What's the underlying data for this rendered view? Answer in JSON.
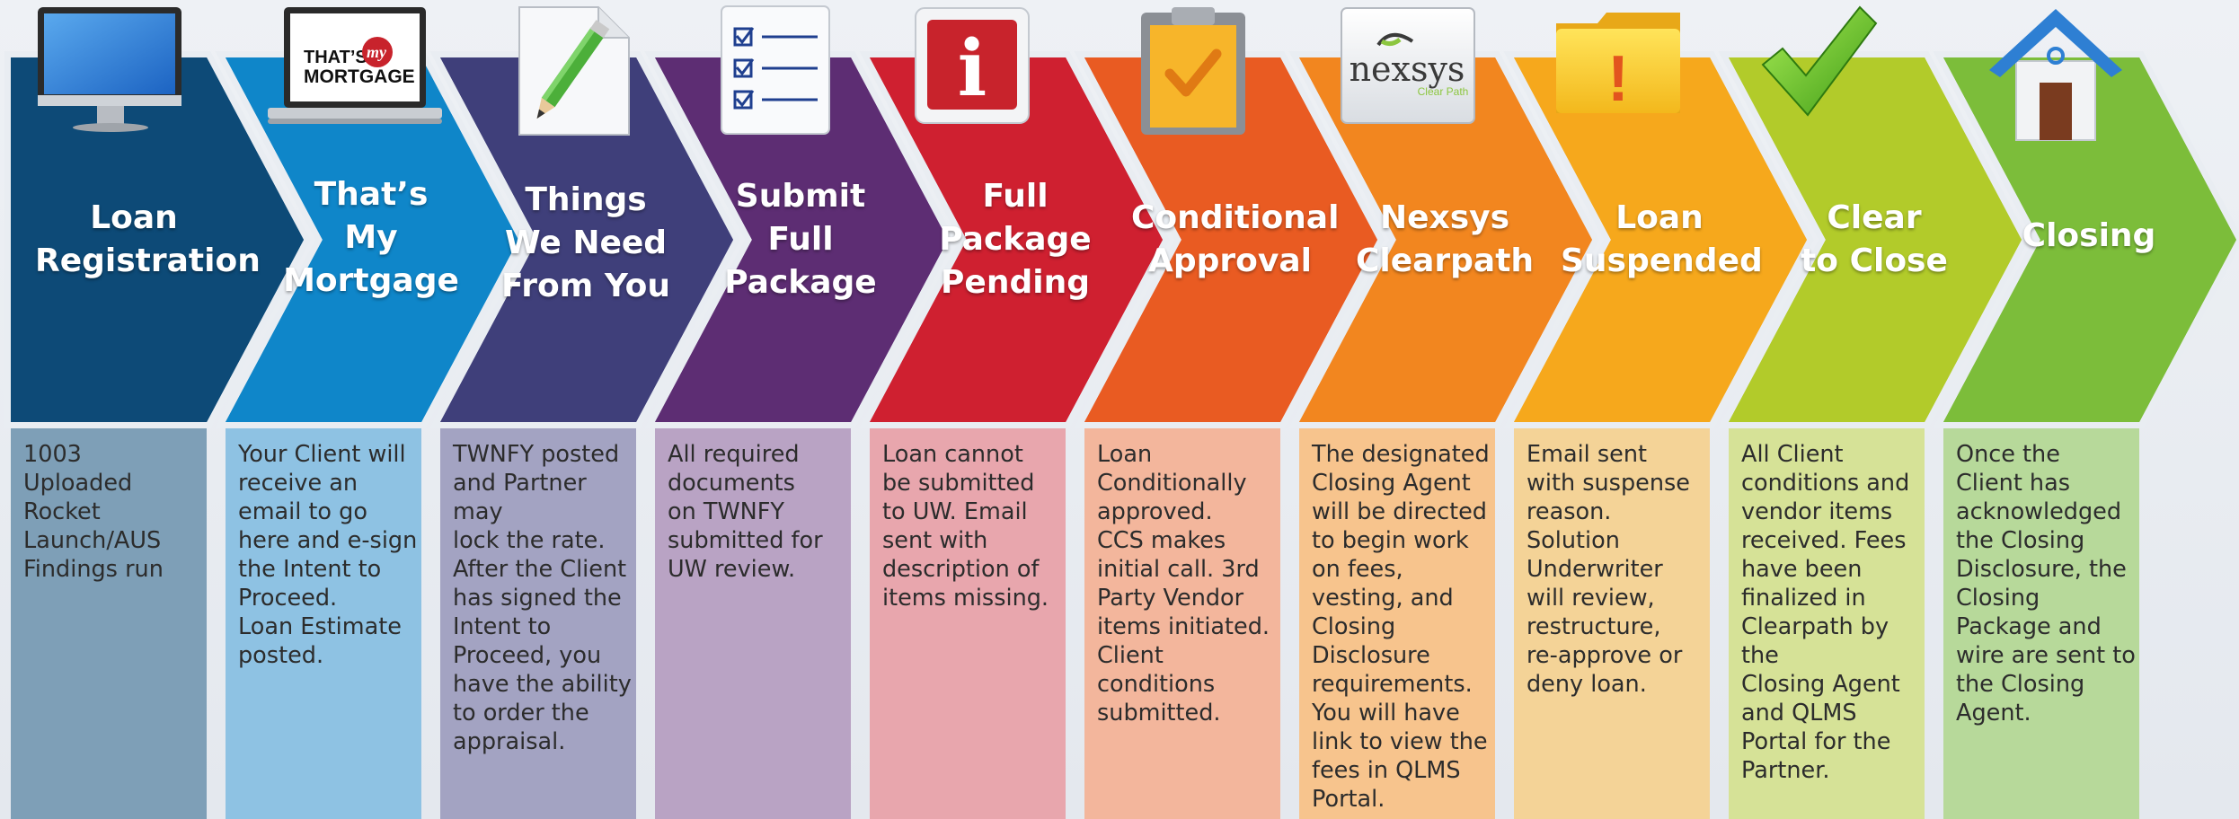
{
  "stages": [
    {
      "title_lines": [
        "Loan",
        "Registration"
      ],
      "description": "1003\nUploaded\nRocket\nLaunch/AUS\nFindings run",
      "color": "#0d4a77",
      "desc_color": "#7e9fb7",
      "icon": "desktop-monitor-icon"
    },
    {
      "title_lines": [
        "That’s",
        "My",
        "Mortgage"
      ],
      "description": "Your Client will\nreceive an\nemail to go\nhere and e-sign\nthe Intent to\nProceed.\nLoan Estimate\nposted.",
      "color": "#0f86c9",
      "desc_color": "#8ec2e3",
      "icon": "laptop-icon",
      "logo_text": {
        "thats": "THAT’S",
        "my": "my",
        "mortgage": "MORTGAGE"
      }
    },
    {
      "title_lines": [
        "Things",
        "We Need",
        "From You"
      ],
      "description": "TWNFY posted\nand Partner may\nlock the rate.\nAfter the Client\nhas signed the\nIntent to\nProceed, you\nhave the ability\nto order the\nappraisal.",
      "color": "#3f3f7a",
      "desc_color": "#a3a3c2",
      "icon": "document-pencil-icon"
    },
    {
      "title_lines": [
        "Submit",
        "Full",
        "Package"
      ],
      "description": "All required\ndocuments\non TWNFY\nsubmitted for\nUW review.",
      "color": "#5d2d73",
      "desc_color": "#b9a3c4",
      "icon": "checklist-icon"
    },
    {
      "title_lines": [
        "Full",
        "Package",
        "Pending"
      ],
      "description": "Loan cannot\nbe submitted\nto UW. Email\nsent with\ndescription of\nitems missing.",
      "color": "#cf2030",
      "desc_color": "#e8a6ad",
      "icon": "info-icon",
      "info_glyph": "i"
    },
    {
      "title_lines": [
        "Conditional",
        "Approval"
      ],
      "description": "Loan\nConditionally\napproved.\nCCS makes\ninitial call. 3rd\nParty Vendor\nitems initiated.\nClient\nconditions\nsubmitted.",
      "color": "#e95b22",
      "desc_color": "#f3b69c",
      "icon": "clipboard-check-icon"
    },
    {
      "title_lines": [
        "Nexsys",
        "Clearpath"
      ],
      "description": "The designated\nClosing Agent\nwill be directed\nto begin work\non fees,\nvesting, and\nClosing\nDisclosure\nrequirements.\nYou will have\nlink to view the\nfees in QLMS\nPortal.",
      "color": "#f2861f",
      "desc_color": "#f7c48d",
      "icon": "nexsys-logo-icon",
      "logo_text": {
        "name": "nexsys",
        "tag": "Clear Path"
      }
    },
    {
      "title_lines": [
        "Loan",
        "Suspended"
      ],
      "description": "Email sent\nwith suspense\nreason.\nSolution\nUnderwriter\nwill review,\nrestructure,\nre-approve or\ndeny loan.",
      "color": "#f6a81c",
      "desc_color": "#f4d397",
      "icon": "folder-alert-icon",
      "alert_glyph": "!"
    },
    {
      "title_lines": [
        "Clear",
        "to Close"
      ],
      "description": "All Client\nconditions and\nvendor items\nreceived.  Fees\nhave been\nfinalized in\nClearpath by the\nClosing Agent\nand QLMS\nPortal for the\nPartner.",
      "color": "#b2cb2a",
      "desc_color": "#d6e297",
      "icon": "checkmark-icon"
    },
    {
      "title_lines": [
        "Closing"
      ],
      "description": "Once the\nClient has\nacknowledged\nthe Closing\nDisclosure, the\nClosing\nPackage and\nwire are sent to\nthe Closing\nAgent.",
      "color": "#7cbd3a",
      "desc_color": "#b7d99a",
      "icon": "house-icon"
    }
  ]
}
